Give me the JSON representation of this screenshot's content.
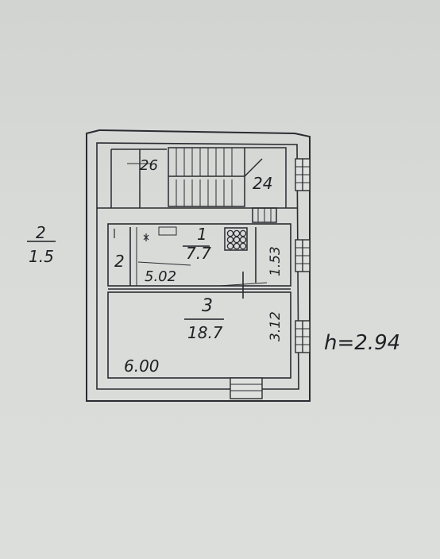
{
  "plan": {
    "side_label": {
      "numerator": "2",
      "denominator": "1.5"
    },
    "height_note": "h=2.94",
    "rooms": [
      {
        "number": "1",
        "area": "7.7"
      },
      {
        "number": "2"
      },
      {
        "number": "3",
        "area": "18.7"
      },
      {
        "area": "26"
      },
      {
        "area": "24"
      }
    ],
    "dimensions": {
      "width_inner": "5.02",
      "room1_side": "1.53",
      "room3_side": "3.12",
      "bottom_width": "6.00"
    }
  }
}
